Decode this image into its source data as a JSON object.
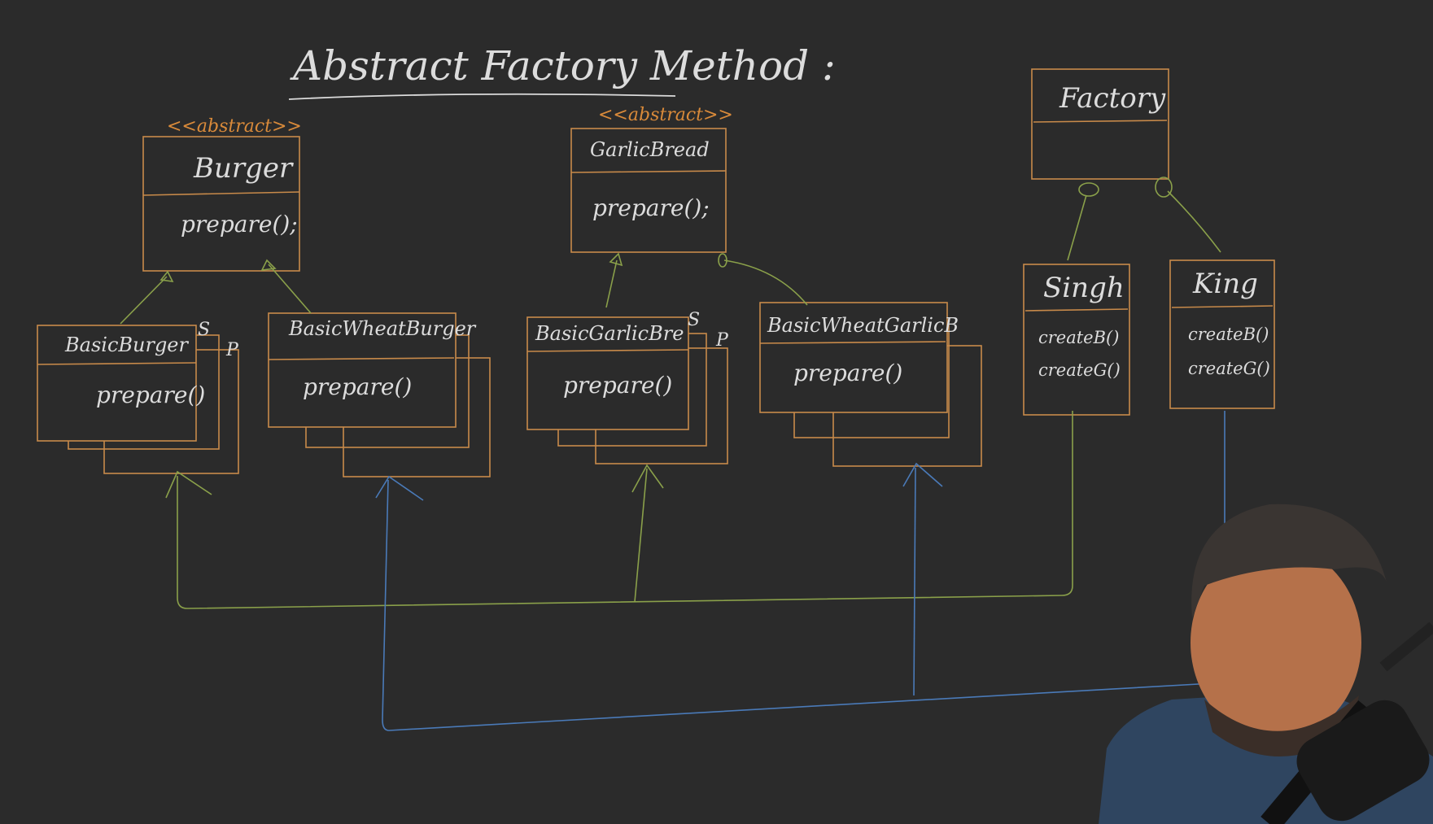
{
  "title": "Abstract Factory Method :",
  "stereotypes": {
    "burger": "<<abstract>>",
    "garlic": "<<abstract>>"
  },
  "classes": {
    "burger": {
      "name": "Burger",
      "method": "prepare();"
    },
    "garlic_bread": {
      "name": "GarlicBread",
      "method": "prepare();"
    },
    "factory": {
      "name": "Factory"
    },
    "basic_burger": {
      "name": "BasicBurger",
      "method": "prepare()"
    },
    "basic_wheat_burger": {
      "name": "BasicWheatBurger",
      "method": "prepare()"
    },
    "basic_garlic_bread": {
      "name": "BasicGarlicBre",
      "method": "prepare()"
    },
    "basic_wheat_garlic": {
      "name": "BasicWheatGarlicB",
      "method": "prepare()"
    },
    "singh": {
      "name": "Singh",
      "methods": [
        "createB()",
        "createG()"
      ]
    },
    "king": {
      "name": "King",
      "methods": [
        "createB()",
        "createG()"
      ]
    }
  },
  "tags": {
    "s1": "S",
    "p1": "P",
    "s2": "S",
    "p2": "P"
  },
  "colors": {
    "background": "#2b2b2b",
    "box": "#c88a4a",
    "text": "#dcdcdc",
    "stereotype": "#d98a3a",
    "singh_arrows": "#8aa04a",
    "king_arrows": "#4a7ab8"
  }
}
